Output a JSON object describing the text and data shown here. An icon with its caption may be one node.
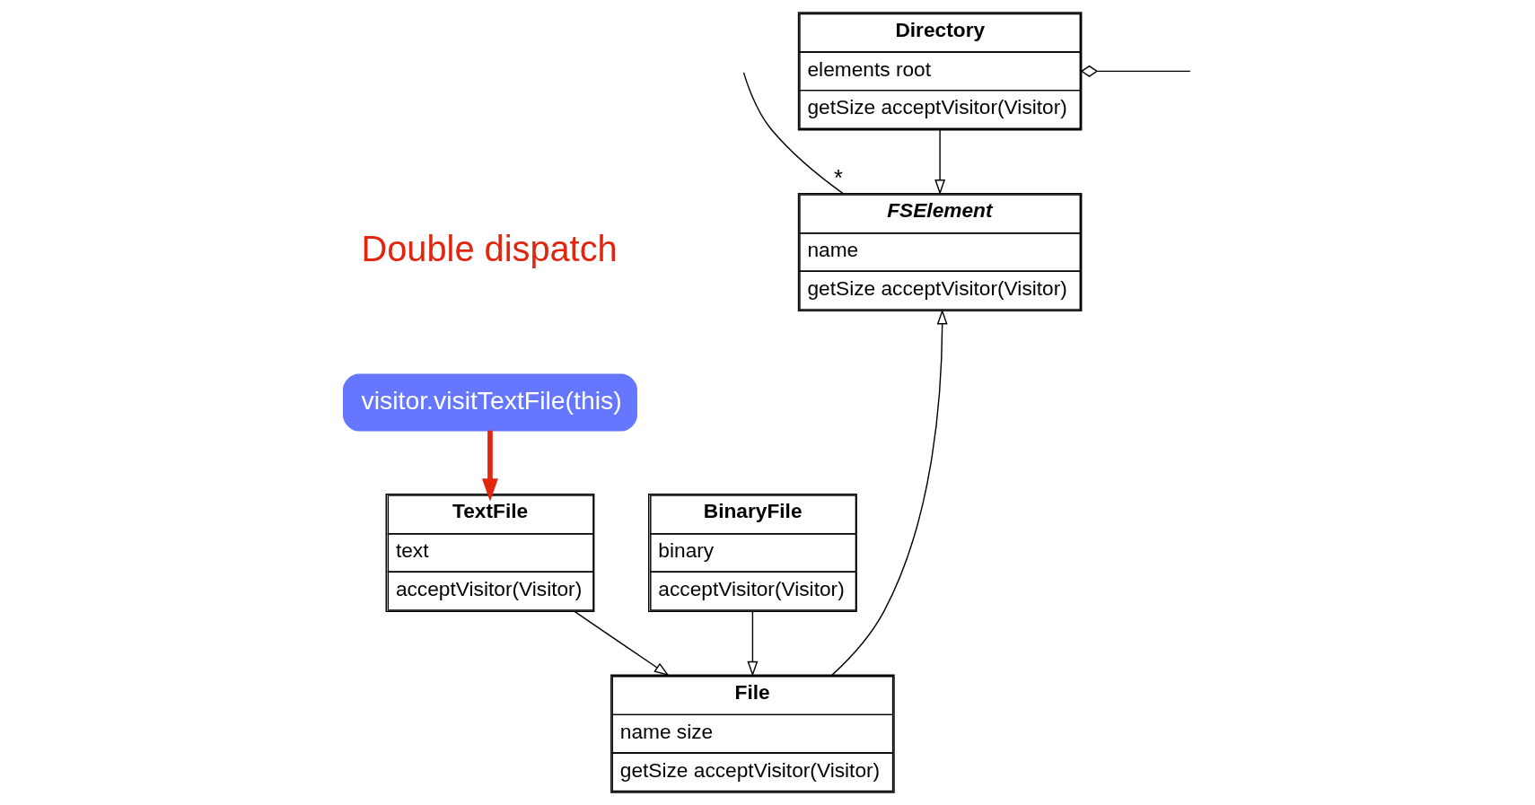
{
  "diagram": {
    "nodes": [
      {
        "text": [
          "FSElement",
          "name",
          "getSize acceptVisitor(Visitor)"
        ]
      },
      {
        "text": [
          "File",
          "name size",
          "getSize acceptVisitor(Visitor)"
        ]
      },
      {
        "text": [
          "Directory",
          "elements root",
          "getSize acceptVisitor(Visitor)"
        ]
      },
      {
        "text": [
          "TextFile",
          "text",
          "acceptVisitor(Visitor)"
        ]
      },
      {
        "text": [
          "BinaryFile",
          "binary",
          "acceptVisitor(Visitor)"
        ]
      },
      {
        "text": [
          "visitor.visitTextFile(this)"
        ],
        "beside": [
          "Double dispatch"
        ]
      }
    ],
    "edges": [
      {
        "from": 1,
        "to": 0,
        "arrow": "to"
      },
      {
        "from": 2,
        "to": 0,
        "arrow": "to"
      },
      {
        "from": 3,
        "to": 1,
        "arrow": "to"
      },
      {
        "from": 4,
        "to": 1,
        "arrow": "to"
      },
      {
        "from": 0,
        "to": null,
        "arrow": "none",
        "label": "*"
      },
      {
        "from": 2,
        "to": null,
        "arrow": "other"
      },
      {
        "from": 5,
        "to": 3,
        "arrow": "to",
        "style": "thick",
        "color": "#e0260f"
      }
    ]
  }
}
